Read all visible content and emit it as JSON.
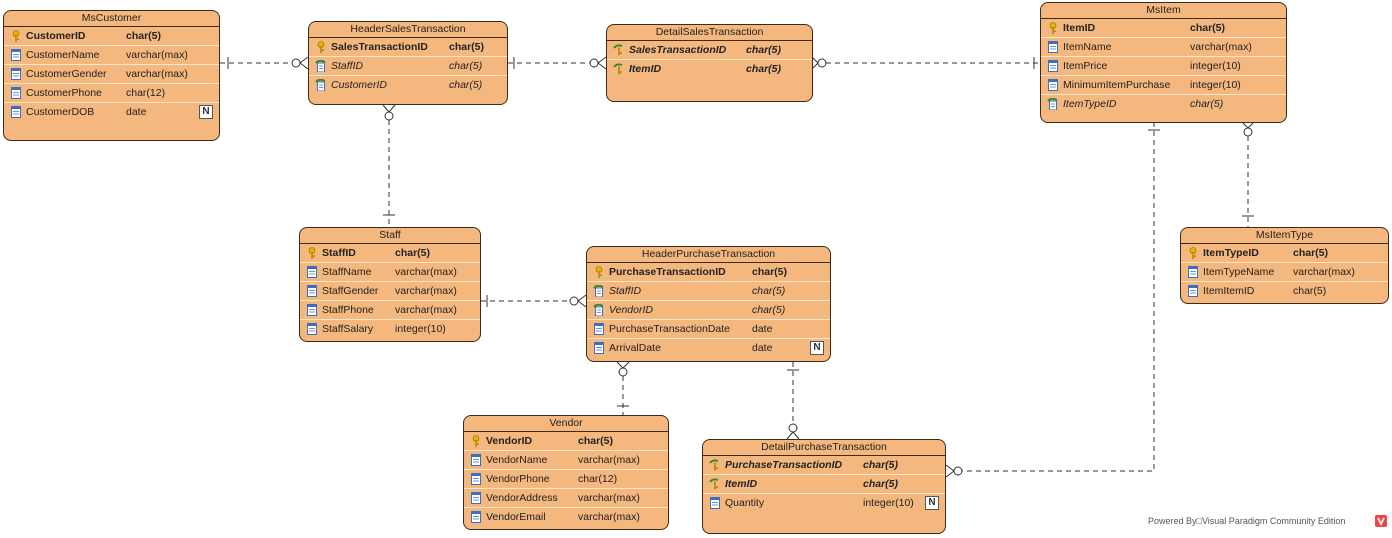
{
  "entities": {
    "mscustomer": {
      "title": "MsCustomer",
      "fields": [
        {
          "name": "CustomerID",
          "type": "char(5)"
        },
        {
          "name": "CustomerName",
          "type": "varchar(max)"
        },
        {
          "name": "CustomerGender",
          "type": "varchar(max)"
        },
        {
          "name": "CustomerPhone",
          "type": "char(12)"
        },
        {
          "name": "CustomerDOB",
          "type": "date"
        }
      ],
      "flag": "N"
    },
    "headersales": {
      "title": "HeaderSalesTransaction",
      "fields": [
        {
          "name": "SalesTransactionID",
          "type": "char(5)"
        },
        {
          "name": "StaffID",
          "type": "char(5)"
        },
        {
          "name": "CustomerID",
          "type": "char(5)"
        }
      ]
    },
    "detailsales": {
      "title": "DetailSalesTransaction",
      "fields": [
        {
          "name": "SalesTransactionID",
          "type": "char(5)"
        },
        {
          "name": "ItemID",
          "type": "char(5)"
        }
      ]
    },
    "msitem": {
      "title": "MsItem",
      "fields": [
        {
          "name": "ItemID",
          "type": "char(5)"
        },
        {
          "name": "ItemName",
          "type": "varchar(max)"
        },
        {
          "name": "ItemPrice",
          "type": "integer(10)"
        },
        {
          "name": "MinimumItemPurchase",
          "type": "integer(10)"
        },
        {
          "name": "ItemTypeID",
          "type": "char(5)"
        }
      ]
    },
    "staff": {
      "title": "Staff",
      "fields": [
        {
          "name": "StaffID",
          "type": "char(5)"
        },
        {
          "name": "StaffName",
          "type": "varchar(max)"
        },
        {
          "name": "StaffGender",
          "type": "varchar(max)"
        },
        {
          "name": "StaffPhone",
          "type": "varchar(max)"
        },
        {
          "name": "StaffSalary",
          "type": "integer(10)"
        }
      ]
    },
    "headerpurchase": {
      "title": "HeaderPurchaseTransaction",
      "fields": [
        {
          "name": "PurchaseTransactionID",
          "type": "char(5)"
        },
        {
          "name": "StaffID",
          "type": "char(5)"
        },
        {
          "name": "VendorID",
          "type": "char(5)"
        },
        {
          "name": "PurchaseTransactionDate",
          "type": "date"
        },
        {
          "name": "ArrivalDate",
          "type": "date"
        }
      ],
      "flag": "N"
    },
    "msitemtype": {
      "title": "MsItemType",
      "fields": [
        {
          "name": "ItemTypeID",
          "type": "char(5)"
        },
        {
          "name": "ItemTypeName",
          "type": "varchar(max)"
        },
        {
          "name": "ItemItemID",
          "type": "char(5)"
        }
      ]
    },
    "vendor": {
      "title": "Vendor",
      "fields": [
        {
          "name": "VendorID",
          "type": "char(5)"
        },
        {
          "name": "VendorName",
          "type": "varchar(max)"
        },
        {
          "name": "VendorPhone",
          "type": "char(12)"
        },
        {
          "name": "VendorAddress",
          "type": "varchar(max)"
        },
        {
          "name": "VendorEmail",
          "type": "varchar(max)"
        }
      ]
    },
    "detailpurchase": {
      "title": "DetailPurchaseTransaction",
      "fields": [
        {
          "name": "PurchaseTransactionID",
          "type": "char(5)"
        },
        {
          "name": "ItemID",
          "type": "char(5)"
        },
        {
          "name": "Quantity",
          "type": "integer(10)"
        }
      ],
      "flag": "N"
    }
  },
  "footer": {
    "powered": "Powered By□Visual Paradigm Community Edition"
  },
  "colors": {
    "entity_fill": "#f4b77e",
    "border": "#3d2b1a",
    "key": "#e8b400",
    "fk": "#3a8a2a",
    "column": "#3a6fc2"
  }
}
